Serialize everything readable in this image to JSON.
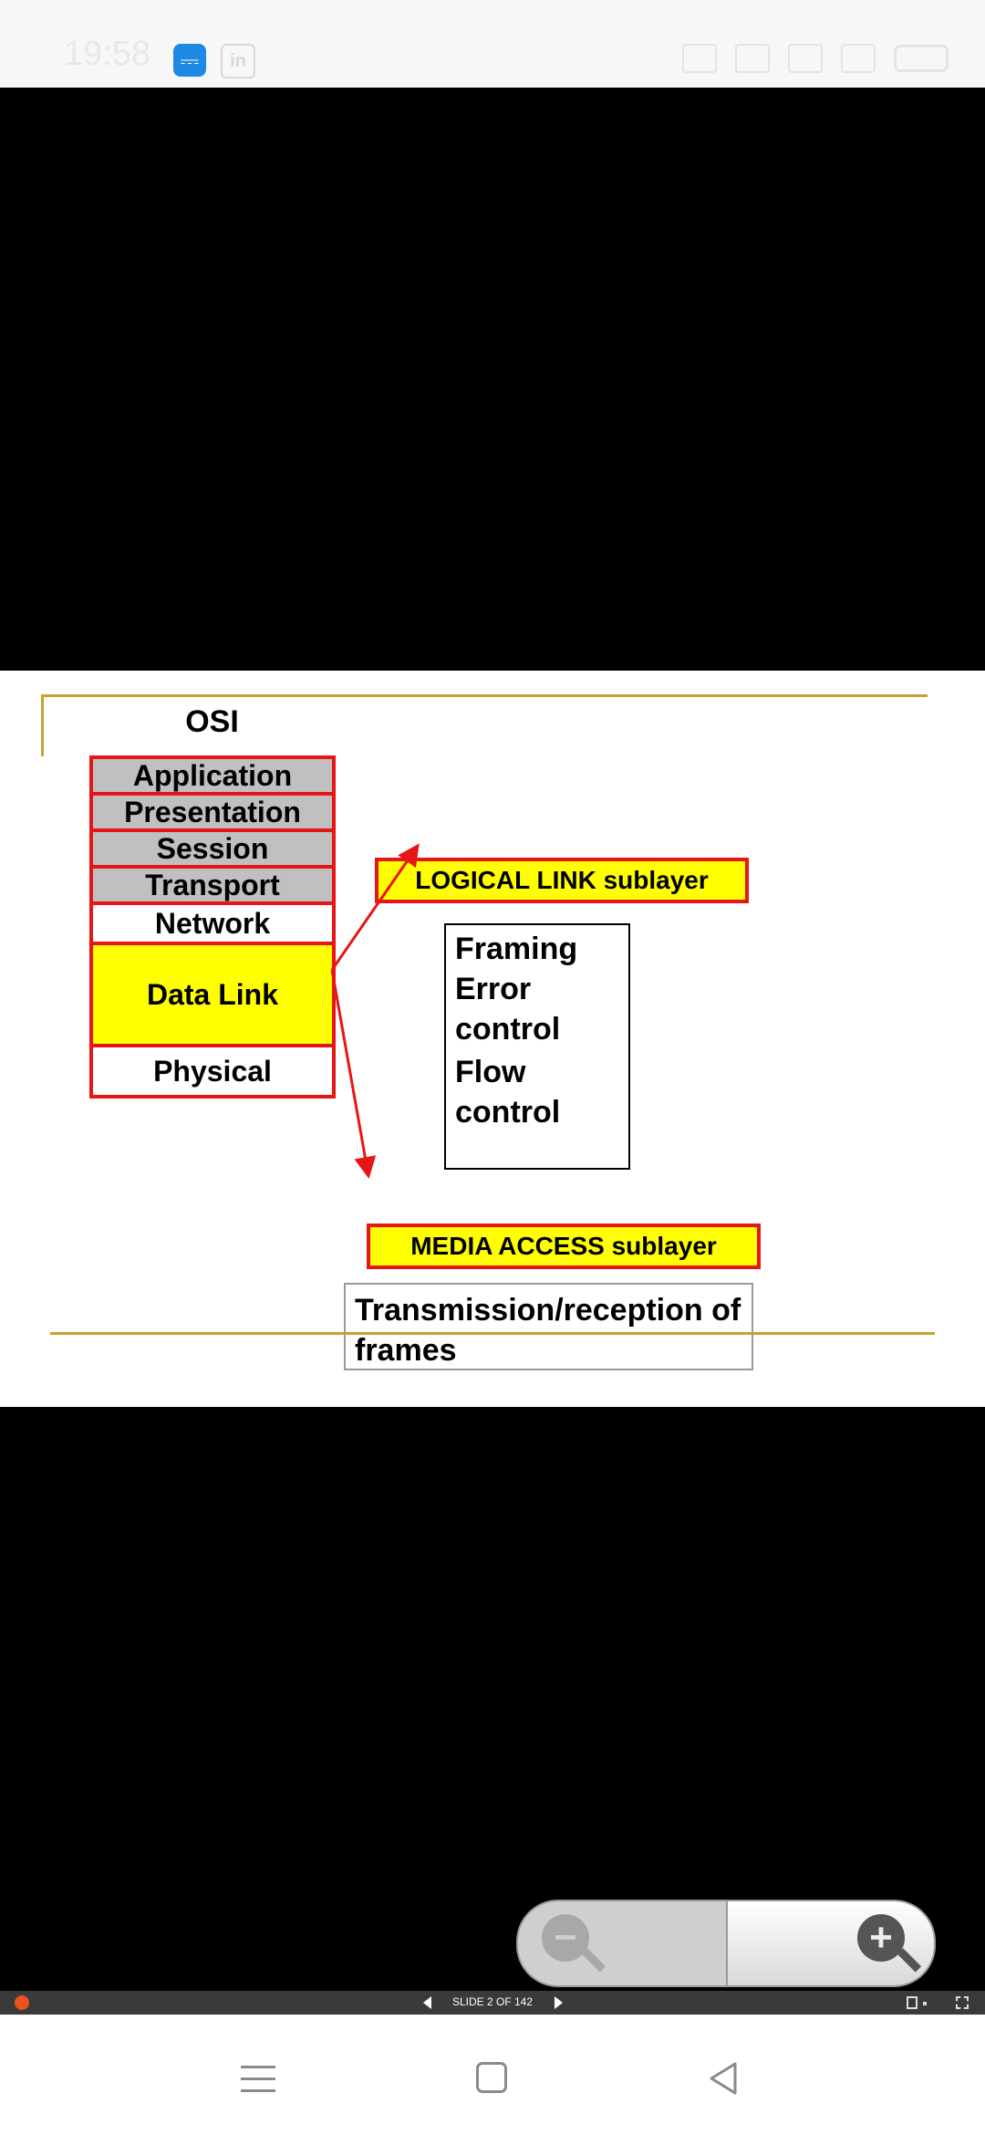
{
  "status_bar": {
    "time": "19:58",
    "usb_icon": "usb-icon",
    "linkedin_icon_text": "in"
  },
  "slide": {
    "osi_title": "OSI",
    "layers": [
      {
        "label": "Application",
        "fill": "#c0c0c0"
      },
      {
        "label": "Presentation",
        "fill": "#c0c0c0"
      },
      {
        "label": "Session",
        "fill": "#c0c0c0"
      },
      {
        "label": "Transport",
        "fill": "#c0c0c0"
      },
      {
        "label": "Network",
        "fill": "#ffffff"
      },
      {
        "label": "Data Link",
        "fill": "#ffff00"
      },
      {
        "label": "Physical",
        "fill": "#ffffff"
      }
    ],
    "llc_label": "LOGICAL LINK sublayer",
    "llc_functions": [
      "Framing",
      "Error control",
      "Flow control"
    ],
    "mac_label": "MEDIA ACCESS sublayer",
    "mac_function": "Transmission/reception of frames",
    "colors": {
      "border": "#e81515",
      "accent_line": "#c8a232",
      "highlight": "#ffff00"
    }
  },
  "zoom": {
    "zoom_out_symbol": "−",
    "zoom_in_symbol": "+"
  },
  "viewer_toolbar": {
    "slide_counter": "SLIDE 2 OF 142"
  },
  "nav_bar": {
    "menu": "menu-icon",
    "home": "home-icon",
    "back": "back-icon"
  }
}
